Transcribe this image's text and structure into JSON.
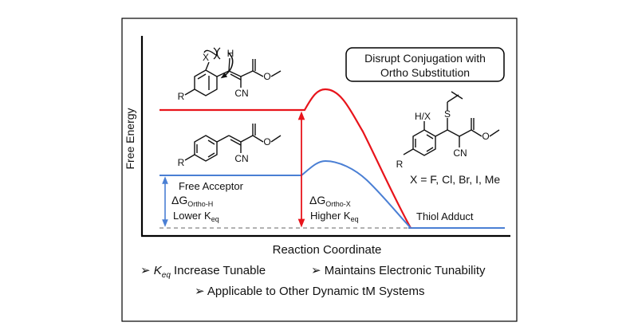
{
  "axes": {
    "ylabel": "Free Energy",
    "xlabel": "Reaction Coordinate"
  },
  "callout": {
    "line1": "Disrupt Conjugation with",
    "line2": "Ortho Substitution"
  },
  "labels": {
    "free_acceptor": "Free Acceptor",
    "thiol_adduct": "Thiol Adduct",
    "x_substituents": "X = F, Cl, Br, I, Me"
  },
  "energies": {
    "ortho_h": {
      "delta": "ΔG",
      "sub": "Ortho-H",
      "keq_prefix": "Lower K",
      "keq_sub": "eq"
    },
    "ortho_x": {
      "delta": "ΔG",
      "sub": "Ortho-X",
      "keq_prefix": "Higher K",
      "keq_sub": "eq"
    }
  },
  "bullets": {
    "b1_k": "K",
    "b1_sub": "eq",
    "b1_rest": " Increase Tunable",
    "b2": "Maintains Electronic Tunability",
    "b3": "Applicable to Other Dynamic tM Systems"
  },
  "struct_labels": {
    "x": "X",
    "h": "H",
    "r": "R",
    "cn": "CN",
    "o": "O",
    "hx": "H/X",
    "s": "S"
  },
  "colors": {
    "ortho_x_curve": "#e8141b",
    "ortho_h_curve": "#4a7fd4",
    "baseline": "#999999",
    "frame": "#000000"
  }
}
